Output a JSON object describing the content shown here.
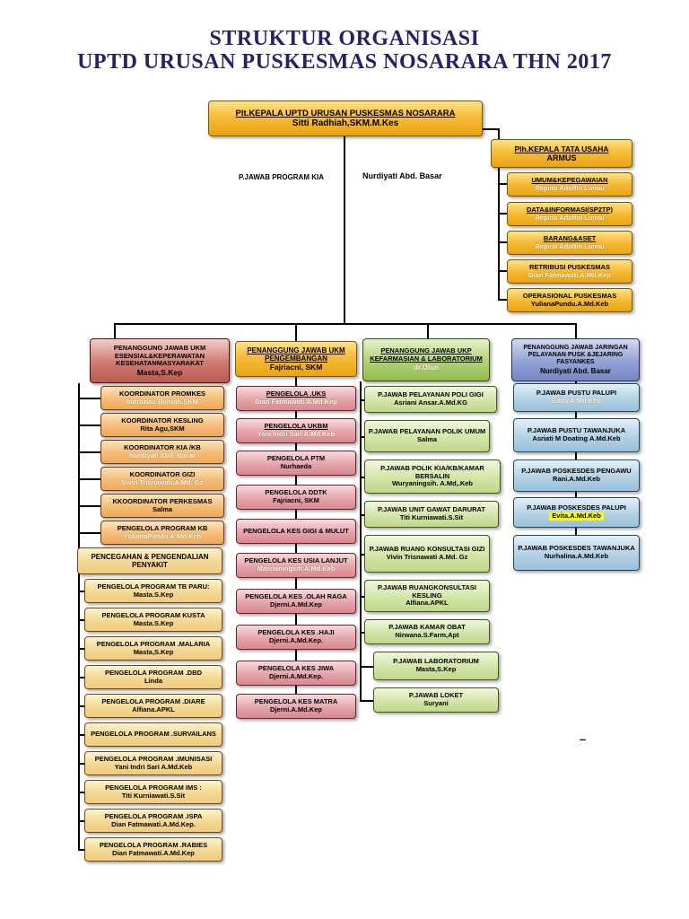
{
  "title": {
    "line1": "STRUKTUR ORGANISASI",
    "line2": "UPTD URUSAN PUSKESMAS NOSARARA THN 2017"
  },
  "top": {
    "title": "Plt.KEPALA UPTD URUSAN PUSKESMAS NOSARARA",
    "name": "Sitti Radhiah,SKM.M.Kes"
  },
  "kia": {
    "title": "P.JAWAB PROGRAM KIA",
    "name": "Nurdiyati Abd. Basar"
  },
  "tu": {
    "title": "Plh.KEPALA TATA USAHA",
    "name": "ARMUS",
    "items": [
      {
        "title": "UMUM&KEPEGAWAIAN",
        "name": "Repina Adolfin Lumiu"
      },
      {
        "title": "DATA&INFORMASI(SP2TP)",
        "name": "Repina Adolfin Lumiu"
      },
      {
        "title": "BARANG&ASET",
        "name": "Repina Adolfin Lumiu"
      },
      {
        "title": "RETRIBUSI PUSKESMAS",
        "name": "Dian Fatmawati,A.Md.Kep"
      },
      {
        "title": "OPERASIONAL PUSKESMAS",
        "name": "YulianaPundu.A.Md.Keb"
      }
    ]
  },
  "esensial": {
    "header_title": "PENANGGUNG JAWAB UKM ESENSIAL&KEPERAWATAN KESEHATANMASYARAKAT",
    "header_name": "Masta,S.Kep",
    "items": [
      {
        "title": "KOORDINATOR PROMKES",
        "name": "Indrawati Bontoh,SKM"
      },
      {
        "title": "KOORDINATOR KESLING",
        "name": "Rita Agu,SKM"
      },
      {
        "title": "KOORDINATOR KIA /KB",
        "name": "Nurdiyati Abd. Basar"
      },
      {
        "title": "KOORDINATOR GIZI",
        "name": "Vivin Trisnawati,A.Md. Gz"
      },
      {
        "title": "KKOORDINATOR PERKESMAS",
        "name": "Salma"
      },
      {
        "title": "PENGELOLA PROGRAM KB",
        "name": "YulianaPundu.A.Md.Keb"
      }
    ],
    "p2p_title": "PENCEGAHAN & PENGENDALIAN PENYAKIT",
    "sub_items": [
      {
        "title": "PENGELOLA PROGRAM TB PARU:",
        "name": "Masta.S.Kep"
      },
      {
        "title": "PENGELOLA PROGRAM KUSTA",
        "name": "Masta.S.Kep"
      },
      {
        "title": "PENGELOLA PROGRAM .MALARIA",
        "name": "Masta,S.Kep"
      },
      {
        "title": "PENGELOLA PROGRAM .DBD",
        "name": "Linda"
      },
      {
        "title": "PENGELOLA PROGRAM .DIARE",
        "name": "Alfiana.APKL"
      },
      {
        "title": "PENGELOLA PROGRAM .SURVAILANS",
        "name": ""
      },
      {
        "title": "PENGELOLA PROGRAM .IMUNISASI",
        "name": "Yani Indri Sari A.Md.Keb"
      },
      {
        "title": "PENGELOLA PROGRAM IMS :",
        "name": "Titi Kurniawati.S.Sit"
      },
      {
        "title": "PENGELOLA PROGRAM .ISPA",
        "name": "Dian Fatmawati.A.Md.Kep."
      },
      {
        "title": "PENGELOLA PROGRAM .RABIES",
        "name": "Dian Fatmawati.A.Md.Kep"
      }
    ]
  },
  "pengembangan": {
    "header_title": "PENANGGUNG JAWAB UKM PENGEMBANGAN",
    "header_name": "Fajriacni, SKM",
    "items": [
      {
        "title": "PENGELOLA .UKS",
        "name": "Dian Fatmawati.A.Md.Kep"
      },
      {
        "title": "PENGELOLA UKBM",
        "name": "Yani Indri Sari A.Md.Keb"
      },
      {
        "title": "PENGELOLA PTM",
        "name": "Nurhaeda"
      },
      {
        "title": "PENGELOLA DDTK",
        "name": "Fajriacni, SKM"
      },
      {
        "title": "PENGELOLA KES GIGI & MULUT",
        "name": ""
      },
      {
        "title": "PENGELOLA KES USIA LANJUT",
        "name": "Masrianingsih.A.Md.Keb"
      },
      {
        "title": "PENGELOLA KES .OLAH RAGA",
        "name": "Djerni.A.Md.Kep"
      },
      {
        "title": "PENGELOLA KES .HAJI",
        "name": "Djerni.A.Md.Kep."
      },
      {
        "title": "PENGELOLA KES JIWA",
        "name": "Djerni.A.Md.Kep."
      },
      {
        "title": "PENGELOLA KES MATRA",
        "name": "Djerni.A.Md.Kep"
      }
    ]
  },
  "ukp": {
    "header_title": "PENANGGUNG JAWAB UKP KEFARMASIAN & LABORATORIUM",
    "header_name": "dr.Olun",
    "items": [
      {
        "title": "P.JAWAB PELAYANAN POLI GIGI",
        "name": "Asriani Ansar.A.Md.KG"
      },
      {
        "title": "P.JAWAB PELAYANAN POLIK UMUM",
        "name": "Salma"
      },
      {
        "title": "P.JAWAB POLIK KIA/KB/KAMAR BERSALIN",
        "name": "Wuryaningsih. A.Md,.Keb"
      },
      {
        "title": "P.JAWAB UNIT GAWAT DARURAT",
        "name": "Titi Kurniawati.S.Sit"
      },
      {
        "title": "P.JAWAB RUANG KONSULTASI GIZI",
        "name": "Vivin Trisnawati A.Md. Gz"
      },
      {
        "title": "P.JAWAB RUANGKONSULTASI KESLING",
        "name": "Alfiana.APKL"
      },
      {
        "title": "P.JAWAB KAMAR OBAT",
        "name": "Nirwana.S.Farm,Apt"
      },
      {
        "title": "P.JAWAB LABORATORIUM",
        "name": "Masta,S.Kep"
      },
      {
        "title": "P.JAWAB LOKET",
        "name": "Suryani"
      }
    ]
  },
  "jaringan": {
    "header_title": "PENANGGUNG JAWAB JARINGAN PELAYANAN PUSK &JEJARING FASYANKES",
    "header_name": "Nurdiyati Abd. Basar",
    "items": [
      {
        "title": "P.JAWAB PUSTU PALUPI",
        "name": "Evita.A.Md.Keb"
      },
      {
        "title": "P.JAWAB PUSTU TAWANJUKA",
        "name": "Asriati M Doating A.Md.Keb"
      },
      {
        "title": "P.JAWAB POSKESDES PENGAWU",
        "name": "Rani.A.Md.Keb"
      },
      {
        "title": "P.JAWAB POSKESDES PALUPI",
        "name": "Evita.A.Md.Keb"
      },
      {
        "title": "P.JAWAB POSKESDES TAWANJUKA",
        "name": "Nurhalina.A.Md.Keb"
      }
    ]
  },
  "misc": {
    "dash": "–"
  },
  "colors": {
    "title_text": "#2a2163",
    "gold": "#f2b42c",
    "red_header": "#c96f67",
    "peach": "#f3b873",
    "cream": "#f4d795",
    "pink": "#e2a0a8",
    "green_header": "#a8ca6a",
    "green": "#c8dd96",
    "slate_header": "#8c9cd0",
    "blue": "#aacde2",
    "highlight": "#ffff00",
    "line": "#000000"
  }
}
